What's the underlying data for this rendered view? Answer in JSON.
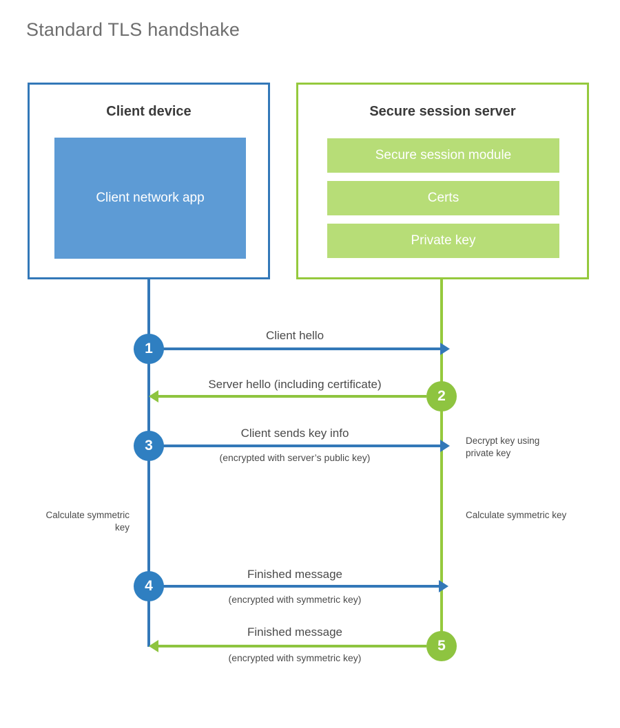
{
  "diagram": {
    "title": "Standard TLS handshake",
    "colors": {
      "client_border": "#3378b8",
      "client_fill": "#5d9bd5",
      "server_border": "#95c93d",
      "server_fill": "#b7dd77",
      "circle_blue": "#2f7fc1",
      "circle_green": "#8ec440",
      "title_text": "#6e6e6e",
      "body_text": "#4a4a4a"
    }
  },
  "client": {
    "title": "Client device",
    "app_label": "Client network app"
  },
  "server": {
    "title": "Secure session server",
    "components": [
      {
        "label": "Secure session module"
      },
      {
        "label": "Certs"
      },
      {
        "label": "Private key"
      }
    ]
  },
  "steps": [
    {
      "number": "1",
      "label": "Client hello",
      "sub": "",
      "direction": "client-to-server",
      "color": "blue"
    },
    {
      "number": "2",
      "label": "Server hello (including certificate)",
      "sub": "",
      "direction": "server-to-client",
      "color": "green"
    },
    {
      "number": "3",
      "label": "Client sends key info",
      "sub": "(encrypted with server’s public key)",
      "direction": "client-to-server",
      "color": "blue"
    },
    {
      "number": "4",
      "label": "Finished message",
      "sub": "(encrypted with symmetric key)",
      "direction": "client-to-server",
      "color": "blue"
    },
    {
      "number": "5",
      "label": "Finished message",
      "sub": "(encrypted with symmetric key)",
      "direction": "server-to-client",
      "color": "green"
    }
  ],
  "annotations": {
    "server_decrypt": "Decrypt key using private key",
    "client_calculate": "Calculate symmetric key",
    "server_calculate": "Calculate symmetric key"
  }
}
